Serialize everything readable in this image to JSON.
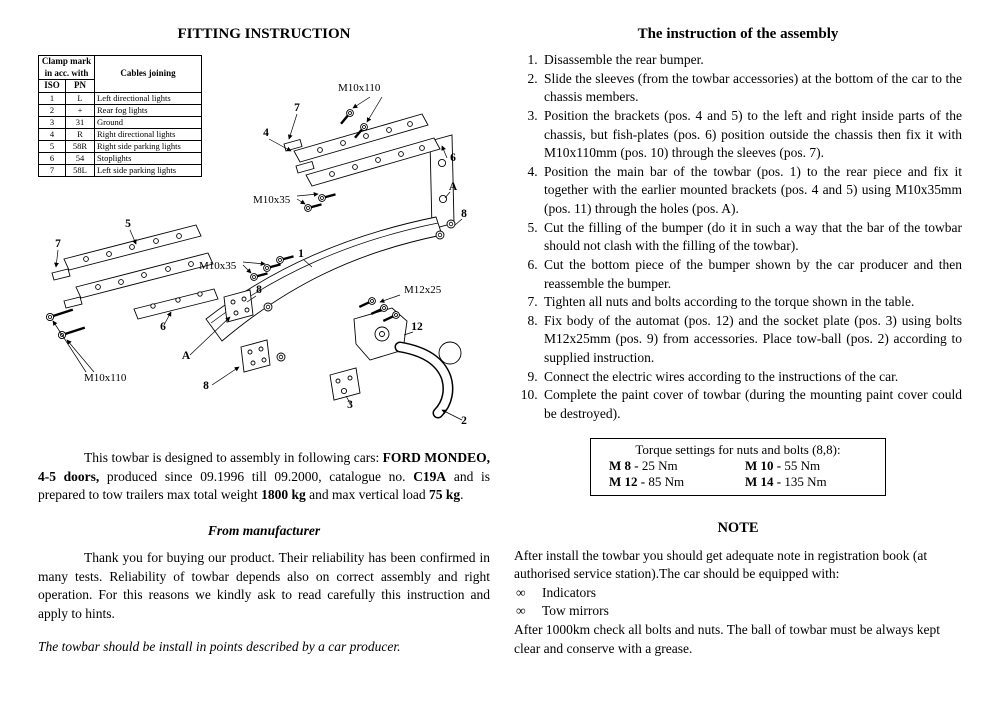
{
  "left": {
    "title": "FITTING INSTRUCTION",
    "clamp_table": {
      "header_mark": "Clamp mark in acc. with",
      "header_cables": "Cables joining",
      "col_iso": "ISO",
      "col_pn": "PN",
      "rows": [
        {
          "iso": "1",
          "pn": "L",
          "cable": "Left directional lights"
        },
        {
          "iso": "2",
          "pn": "+",
          "cable": "Rear fog lights"
        },
        {
          "iso": "3",
          "pn": "31",
          "cable": "Ground"
        },
        {
          "iso": "4",
          "pn": "R",
          "cable": "Right directional lights"
        },
        {
          "iso": "5",
          "pn": "58R",
          "cable": "Right side parking lights"
        },
        {
          "iso": "6",
          "pn": "54",
          "cable": "Stoplights"
        },
        {
          "iso": "7",
          "pn": "58L",
          "cable": "Left side parking lights"
        }
      ]
    },
    "diagram": {
      "labels": [
        "M10x110",
        "7",
        "4",
        "6",
        "A",
        "8",
        "M10x35",
        "5",
        "7",
        "M10x35",
        "1",
        "8",
        "M12x25",
        "6",
        "12",
        "A",
        "M10x110",
        "8",
        "3",
        "2"
      ]
    },
    "car_info": {
      "s1": "This towbar is designed to assembly in following cars: ",
      "b1": "FORD MONDEO, 4-5 doors,",
      "s2": " produced since 09.1996 till 09.2000, catalogue no. ",
      "b2": "C19A",
      "s3": " and is prepared to tow trailers max total weight ",
      "b3": "1800 kg",
      "s4": " and max vertical load ",
      "b4": "75 kg",
      "s5": "."
    },
    "from_manufacturer_title": "From manufacturer",
    "manufacturer_paragraph": "Thank you for buying our product. Their reliability has been confirmed in many tests. Reliability of towbar depends also on correct assembly and right operation. For this reasons we kindly ask to read carefully this instruction and apply to hints.",
    "install_note": "The towbar should be install in points described by a car producer."
  },
  "right": {
    "title": "The instruction of the assembly",
    "steps": [
      "Disassemble the rear bumper.",
      "Slide the sleeves (from the towbar accessories) at the bottom of the car to the chassis members.",
      "Position the brackets (pos. 4 and 5) to the left and right inside parts of the chassis, but fish-plates (pos. 6) position outside the chassis then fix it with M10x110mm (pos. 10) through the sleeves (pos. 7).",
      "Position the main bar of the towbar (pos. 1) to the rear piece and fix it together with the earlier mounted brackets (pos. 4 and 5) using M10x35mm (pos. 11) through the holes (pos. A).",
      "Cut the filling of the bumper (do it in such a way that the bar of the towbar should not clash with the filling of the towbar).",
      "Cut the bottom piece of the bumper shown by the car producer and then reassemble the bumper.",
      "Tighten all nuts and bolts according to the torque shown in the table.",
      "Fix body of the automat (pos. 12) and the socket plate (pos. 3) using bolts M12x25mm (pos. 9) from accessories. Place tow-ball (pos. 2) according to supplied instruction.",
      "Connect the electric wires according to the instructions of the car.",
      "Complete the paint cover of towbar (during the mounting paint cover could be destroyed)."
    ],
    "torque": {
      "title": "Torque settings for nuts and bolts (8,8):",
      "entries": [
        {
          "label": "M 8 -",
          "value": "25 Nm"
        },
        {
          "label": "M 10 -",
          "value": "55 Nm"
        },
        {
          "label": "M 12 -",
          "value": "85 Nm"
        },
        {
          "label": "M 14 -",
          "value": "135 Nm"
        }
      ]
    },
    "note_title": "NOTE",
    "note": {
      "intro": "After install the towbar you should get adequate note in registration book (at authorised service station).The car should be equipped with:",
      "bullet_char": "∞",
      "bullets": [
        "Indicators",
        "Tow mirrors"
      ],
      "outro": "After 1000km check all bolts and nuts. The ball of towbar must be always kept clear and conserve with a grease."
    }
  }
}
